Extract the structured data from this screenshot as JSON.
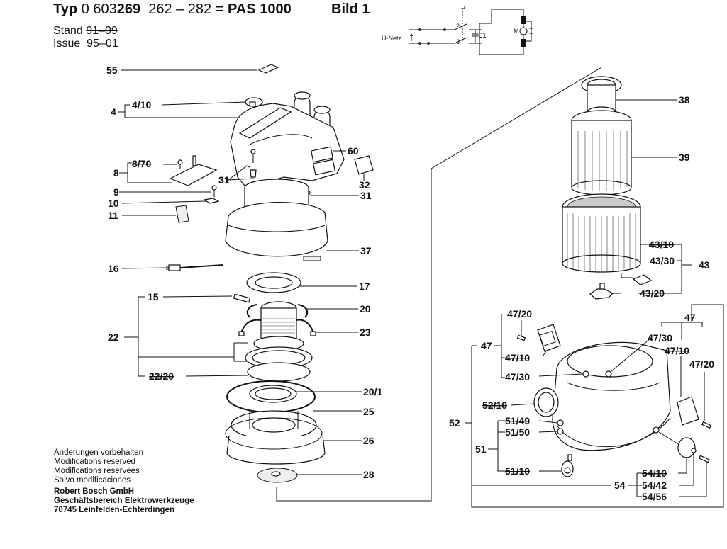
{
  "header": {
    "typ_label": "Typ",
    "typ_number_a": "0 603",
    "typ_number_b": "269",
    "typ_range": "262 – 282",
    "equals": "=",
    "model": "PAS 1000",
    "figure": "Bild 1",
    "stand_label": "Stand",
    "stand_value": "91–09",
    "issue_label": "Issue",
    "issue_value": "95–01"
  },
  "circuit": {
    "supply_label": "U-Netz",
    "switch_pole_a": "2",
    "switch_pole_b": "3",
    "capacitor_label": "C1",
    "motor_label": "M"
  },
  "notes": {
    "lines": [
      "Änderungen vorbehalten",
      "Modifications reserved",
      "Modifications reservees",
      "Salvo modificaciones"
    ],
    "company": [
      "Robert Bosch GmbH",
      "Geschäftsbereich Elektrowerkzeuge",
      "70745 Leinfelden-Echterdingen"
    ]
  },
  "parts": {
    "p55": "55",
    "p4": "4",
    "p4_10": "4/10",
    "p8": "8",
    "p8_70": "8/70",
    "p9": "9",
    "p10": "10",
    "p11": "11",
    "p31a": "31",
    "p31b": "31",
    "p60": "60",
    "p32": "32",
    "p37": "37",
    "p16": "16",
    "p17": "17",
    "p15": "15",
    "p20": "20",
    "p23": "23",
    "p22": "22",
    "p22_20": "22/20",
    "p20_1": "20/1",
    "p25": "25",
    "p26": "26",
    "p28": "28",
    "p38": "38",
    "p39": "39",
    "p43": "43",
    "p43_10": "43/10",
    "p43_30": "43/30",
    "p43_20": "43/20",
    "p47_left": "47",
    "p47_20_left": "47/20",
    "p47_10_left": "47/10",
    "p47_30_left": "47/30",
    "p47_right": "47",
    "p47_30_right": "47/30",
    "p47_10_right": "47/10",
    "p47_20_right": "47/20",
    "p52": "52",
    "p52_10": "52/10",
    "p51": "51",
    "p51_49": "51/49",
    "p51_50": "51/50",
    "p51_10": "51/10",
    "p54": "54",
    "p54_10": "54/10",
    "p54_42": "54/42",
    "p54_56": "54/56"
  }
}
